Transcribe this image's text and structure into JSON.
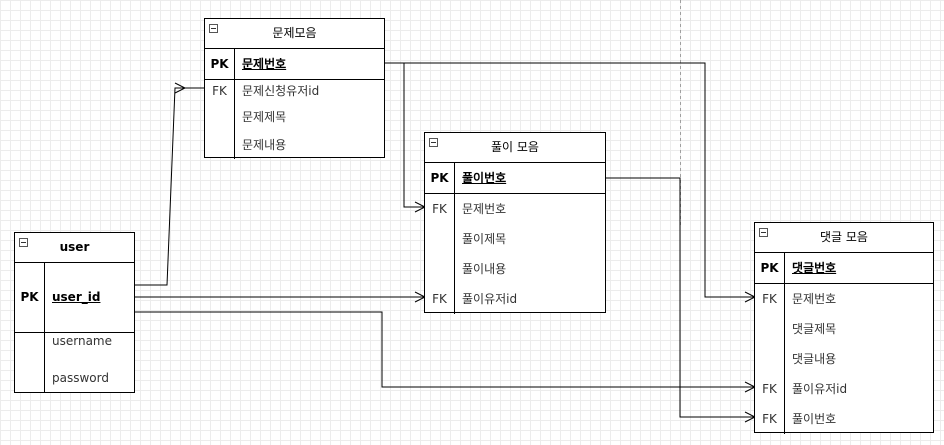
{
  "entities": {
    "problems": {
      "title": "문제모음",
      "pk": {
        "key": "PK",
        "name": "문제번호"
      },
      "rows": [
        {
          "key": "FK",
          "name": "문제신청유저id"
        },
        {
          "key": "",
          "name": "문제제목"
        },
        {
          "key": "",
          "name": "문제내용"
        }
      ]
    },
    "solutions": {
      "title": "풀이 모음",
      "pk": {
        "key": "PK",
        "name": "풀이번호"
      },
      "rows": [
        {
          "key": "FK",
          "name": "문제번호"
        },
        {
          "key": "",
          "name": "풀이제목"
        },
        {
          "key": "",
          "name": "풀이내용"
        },
        {
          "key": "FK",
          "name": "풀이유저id"
        }
      ]
    },
    "user": {
      "title": "user",
      "pk": {
        "key": "PK",
        "name": "user_id"
      },
      "rows": [
        {
          "key": "",
          "name": "username"
        },
        {
          "key": "",
          "name": "password"
        }
      ]
    },
    "comments": {
      "title": "댓글 모음",
      "pk": {
        "key": "PK",
        "name": "댓글번호"
      },
      "rows": [
        {
          "key": "FK",
          "name": "문제번호"
        },
        {
          "key": "",
          "name": "댓글제목"
        },
        {
          "key": "",
          "name": "댓글내용"
        },
        {
          "key": "FK",
          "name": "풀이유저id"
        },
        {
          "key": "FK",
          "name": "풀이번호"
        }
      ]
    }
  },
  "relationships": [
    {
      "from": "user.user_id",
      "to": "문제모음.문제신청유저id",
      "cardinality": "one-to-many"
    },
    {
      "from": "user.user_id",
      "to": "풀이 모음.풀이유저id",
      "cardinality": "one-to-many"
    },
    {
      "from": "user.user_id",
      "to": "댓글 모음.풀이유저id",
      "cardinality": "one-to-many"
    },
    {
      "from": "문제모음.문제번호",
      "to": "풀이 모음.문제번호",
      "cardinality": "one-to-many"
    },
    {
      "from": "문제모음.문제번호",
      "to": "댓글 모음.문제번호",
      "cardinality": "one-to-many"
    },
    {
      "from": "풀이 모음.풀이번호",
      "to": "댓글 모음.풀이번호",
      "cardinality": "one-to-many"
    }
  ]
}
